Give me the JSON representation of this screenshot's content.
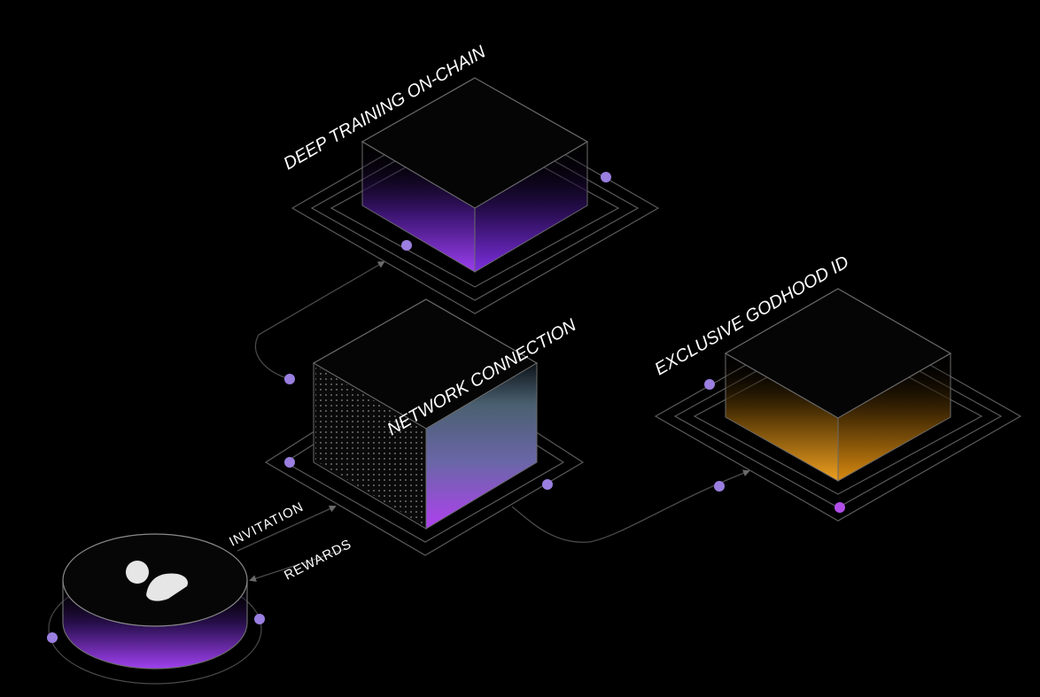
{
  "nodes": {
    "deep_training": {
      "label": "DEEP TRAINING ON-CHAIN"
    },
    "network": {
      "label": "NETWORK CONNECTION"
    },
    "godhood": {
      "label": "EXCLUSIVE GODHOOD ID"
    },
    "user": {
      "icon": "user-icon"
    }
  },
  "edges": {
    "invitation": "INVITATION",
    "rewards": "REWARDS"
  },
  "colors": {
    "background": "#000000",
    "purple": "#9b3ef0",
    "purple_dot": "#9a7ee0",
    "orange": "#f0a020",
    "line": "#4a4a4a"
  }
}
